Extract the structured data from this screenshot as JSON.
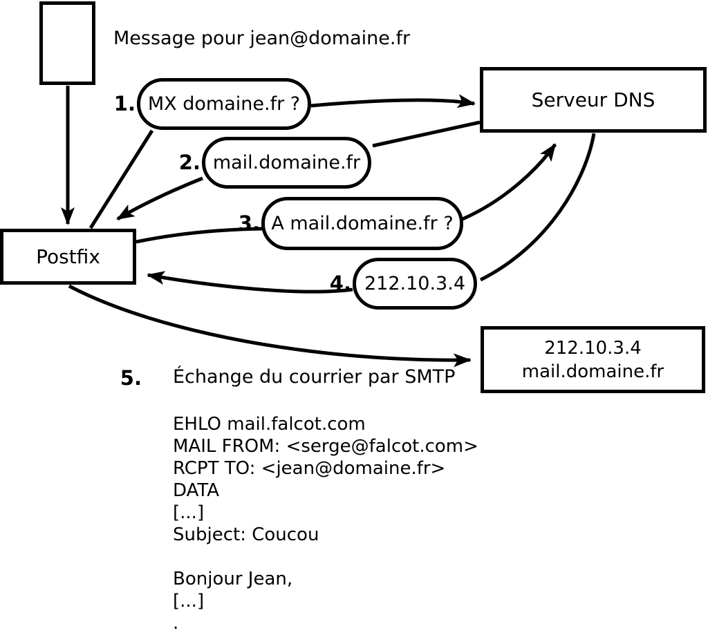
{
  "title": "Message pour jean@domaine.fr",
  "nodes": {
    "postfix": "Postfix",
    "dns": "Serveur DNS",
    "mail_server": {
      "line1": "212.10.3.4",
      "line2": "mail.domaine.fr"
    }
  },
  "steps": [
    {
      "num": "1.",
      "label": "MX domaine.fr ?"
    },
    {
      "num": "2.",
      "label": "mail.domaine.fr"
    },
    {
      "num": "3.",
      "label": "A mail.domaine.fr ?"
    },
    {
      "num": "4.",
      "label": "212.10.3.4"
    },
    {
      "num": "5.",
      "label": "Échange du courrier par SMTP"
    }
  ],
  "smtp": {
    "lines": [
      "EHLO mail.falcot.com",
      "MAIL FROM: <serge@falcot.com>",
      "RCPT TO: <jean@domaine.fr>",
      "DATA",
      "[...]",
      "Subject: Coucou",
      "",
      "Bonjour Jean,",
      "[...]",
      "."
    ]
  },
  "colors": {
    "line": "#000000",
    "background": "#ffffff",
    "text": "#000000"
  }
}
